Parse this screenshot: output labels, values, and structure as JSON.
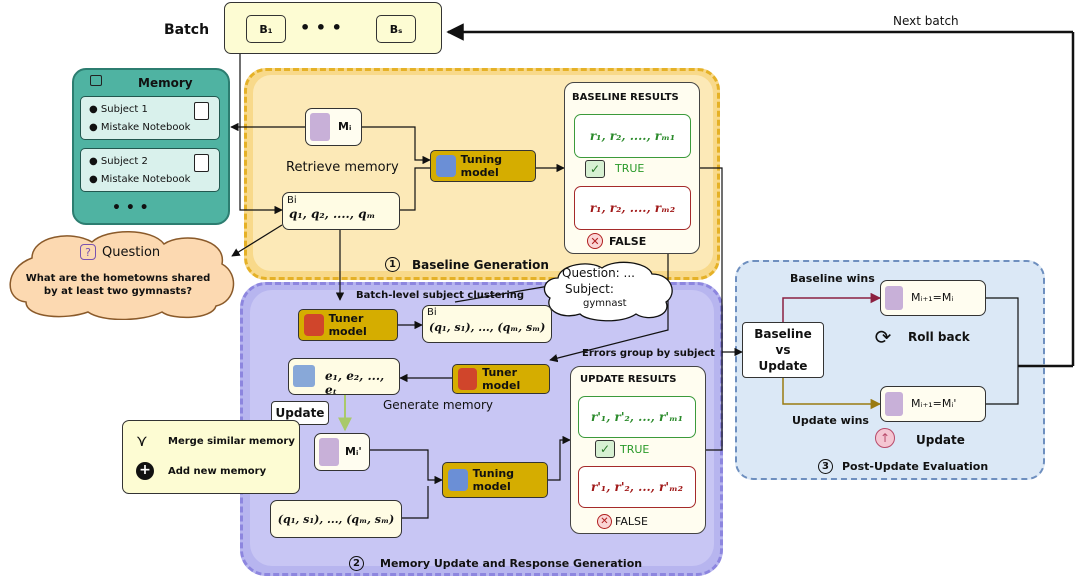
{
  "batch": {
    "label": "Batch",
    "b1": "B₁",
    "dots": "•  •  •",
    "bs": "Bₛ",
    "next_batch": "Next batch"
  },
  "memory": {
    "title": "Memory",
    "cards": [
      {
        "subject": "Subject 1",
        "notebook": "Mistake Notebook"
      },
      {
        "subject": "Subject 2",
        "notebook": "Mistake Notebook"
      }
    ],
    "more": "•   •   •"
  },
  "question": {
    "title": "Question",
    "text": "What are the hometowns shared by at least two gymnasts?"
  },
  "baseline": {
    "mi": "Mᵢ",
    "retrieve": "Retrieve memory",
    "bi": "Bi",
    "queries": "q₁, q₂, ...., qₘ",
    "tuning_model": "Tuning model",
    "results_title": "BASELINE RESULTS",
    "true_results": "r₁, r₂, ...., rₘ₁",
    "true_label": "TRUE",
    "false_results": "r₁, r₂, ...., rₘ₂",
    "false_label": "FALSE",
    "stage_number": "1",
    "stage_title": "Baseline Generation"
  },
  "cloud": {
    "question": "Question: ...",
    "subject_label": "Subject:",
    "subject_value": "gymnast"
  },
  "update": {
    "clustering": "Batch-level subject clustering",
    "tuner_model_1": "Tuner model",
    "bi": "Bi",
    "pairs": "(q₁, s₁), ..., (qₘ, sₘ)",
    "errors_group": "Errors group by subject",
    "tuner_model_2": "Tuner model",
    "errors": "e₁, e₂, ..., eₜ",
    "generate": "Generate memory",
    "update_tab": "Update",
    "merge": "Merge similar memory",
    "add": "Add new memory",
    "mi_prime": "Mᵢ'",
    "pairs_bottom": "(q₁, s₁), ..., (qₘ, sₘ)",
    "tuning_model": "Tuning model",
    "results_title": "UPDATE RESULTS",
    "true_results": "r'₁, r'₂, ..., r'ₘ₁",
    "true_label": "TRUE",
    "false_results": "r'₁, r'₂, ..., r'ₘ₂",
    "false_label": "FALSE",
    "stage_number": "2",
    "stage_title": "Memory Update and Response Generation"
  },
  "evaluation": {
    "baseline_wins": "Baseline wins",
    "mi_next_baseline": "Mᵢ₊₁=Mᵢ",
    "roll_back": "Roll back",
    "vs_line1": "Baseline",
    "vs_line2": "vs",
    "vs_line3": "Update",
    "update_wins": "Update wins",
    "mi_next_update": "Mᵢ₊₁=Mᵢ'",
    "update_label": "Update",
    "stage_number": "3",
    "stage_title": "Post-Update Evaluation"
  }
}
